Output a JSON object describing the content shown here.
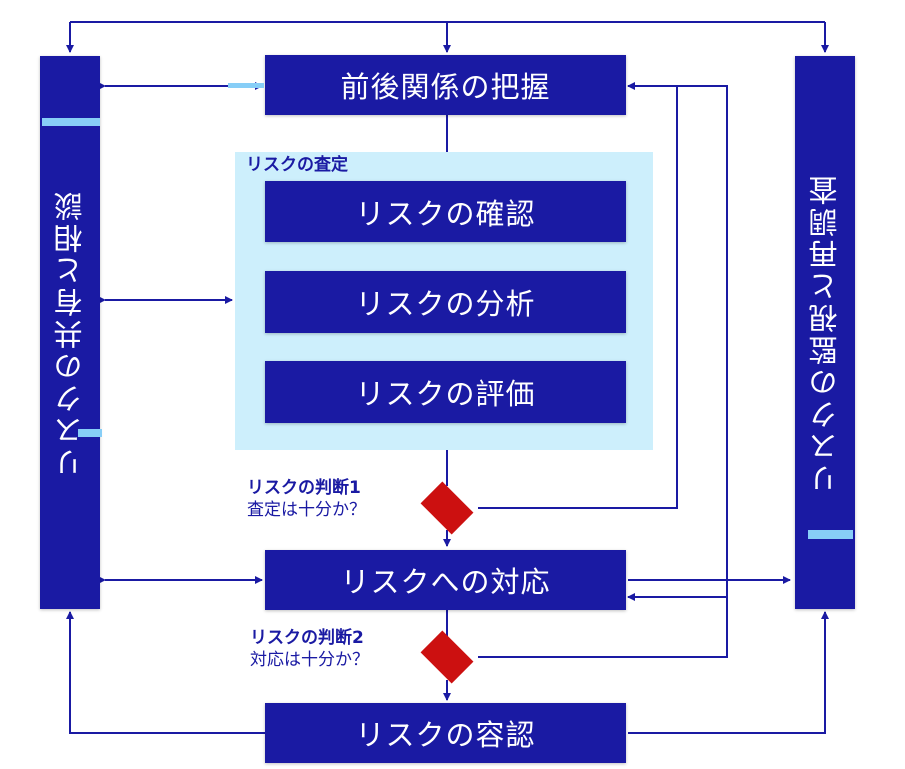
{
  "boxes": {
    "context": "前後関係の把握",
    "identify": "リスクの確認",
    "analyze": "リスクの分析",
    "evaluate": "リスクの評価",
    "treat": "リスクへの対応",
    "accept": "リスクの容認"
  },
  "panel": {
    "title": "リスクの査定"
  },
  "side": {
    "left": "リスクの共有と相談",
    "right": "リスクの監視と再調査"
  },
  "decisions": [
    {
      "title": "リスクの判断1",
      "question": "査定は十分か？"
    },
    {
      "title": "リスクの判断2",
      "question": "対応は十分か？"
    }
  ],
  "colors": {
    "box": "#1a1aa3",
    "panel": "#cdeffc",
    "diamond": "#cc1010",
    "line": "#1a1aa3",
    "accent_dash": "#87cef7"
  }
}
